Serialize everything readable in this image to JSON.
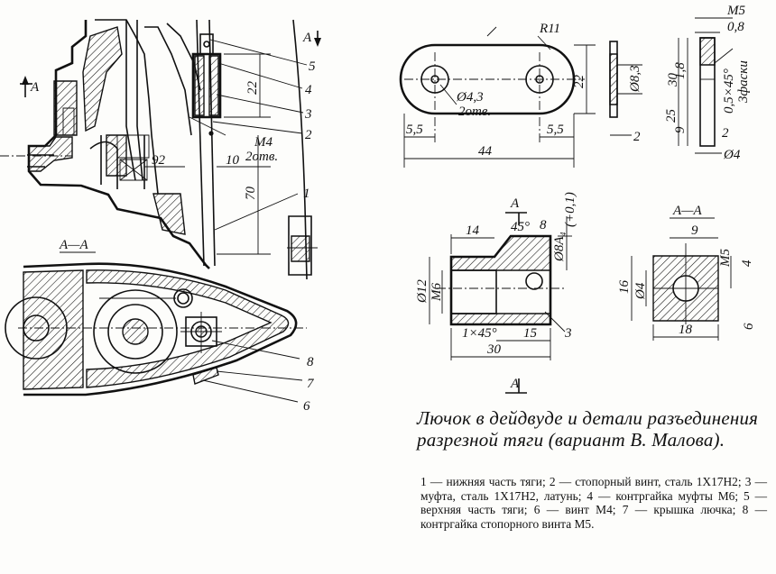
{
  "labels": {
    "section_arrow": "A",
    "callout_1": "1",
    "callout_2": "2",
    "callout_3": "3",
    "callout_4": "4",
    "callout_5": "5",
    "callout_6": "6",
    "callout_7": "7",
    "callout_8": "8",
    "section_aa": "А—А",
    "section_aa_right": "А—А",
    "section_a": "А"
  },
  "dimensions": {
    "assembly": [
      "22",
      "10",
      "70",
      "92",
      "М4",
      "2отв."
    ],
    "plate": [
      "R11",
      "22",
      "Ø4,3",
      "2отв.",
      "5,5",
      "5,5",
      "44",
      "Ø8,3",
      "2"
    ],
    "screw": [
      "М5",
      "0,8",
      "1,8",
      "0,5×45°",
      "3фаски",
      "30",
      "25",
      "9",
      "2",
      "Ø4"
    ],
    "coupling": [
      "14",
      "45°",
      "8",
      "Ø8A₄",
      "(+0,1)",
      "Ø12",
      "М6",
      "1×45°",
      "15",
      "30",
      "3"
    ],
    "coupling_section": [
      "9",
      "М5",
      "4",
      "16",
      "Ø4",
      "18",
      "6"
    ]
  },
  "caption": {
    "title": "Лючок в дейдвуде и детали разъединения разрезной тяги (вариант В. Малова).",
    "legend": "1 — нижняя часть тяги; 2 — стопорный винт, сталь 1Х17Н2; 3 — муфта, сталь 1Х17Н2, латунь; 4 — контргайка муфты М6; 5 — верхняя часть тяги; 6 — винт М4; 7 — крышка лючка; 8 — контргайка стопорного винта М5."
  }
}
